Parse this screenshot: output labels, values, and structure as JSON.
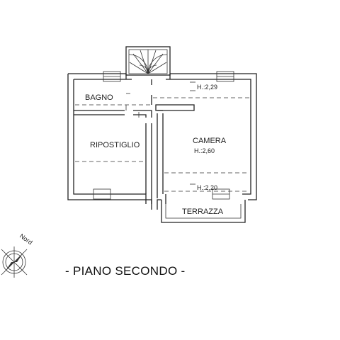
{
  "rooms": {
    "bagno": "BAGNO",
    "ripostiglio": "RIPOSTIGLIO",
    "camera": "CAMERA",
    "terrazza": "TERRAZZA"
  },
  "heights": {
    "corridor": "H.:2,29",
    "camera": "H.:2,60",
    "camera_low": "H.:2,20"
  },
  "compass": {
    "label": "Nord"
  },
  "title": "- PIANO SECONDO -"
}
